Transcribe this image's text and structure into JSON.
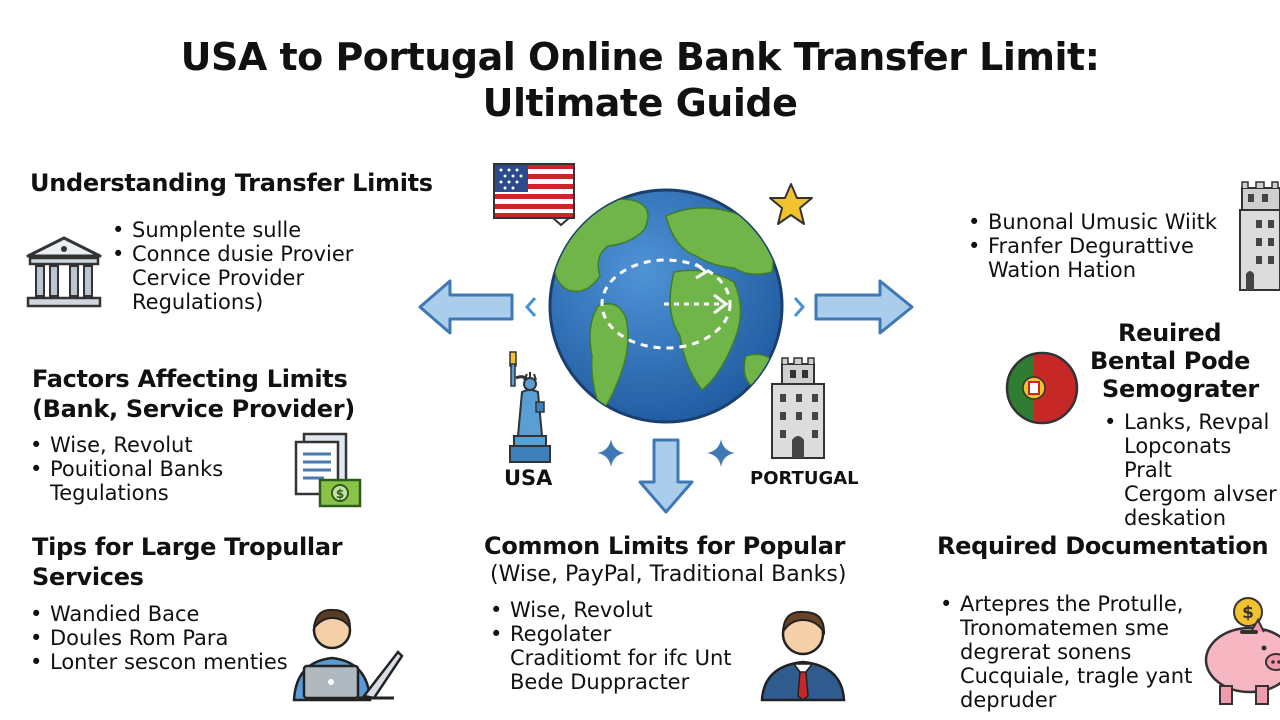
{
  "title": {
    "line1": "USA to Portugal Online Bank Transfer Limit:",
    "line2": "Ultimate Guide"
  },
  "sections": {
    "understanding": {
      "title": "Understanding Transfer Limits",
      "lines": [
        "Sumplente sulle",
        "Connce dusie Provier",
        "Cervice Provider",
        "Regulations)"
      ]
    },
    "factors": {
      "title": "Factors Affecting Limits",
      "subtitle": "(Bank, Service Provider)",
      "lines": [
        "Wise, Revolut",
        "Pouitional Banks",
        "Tegulations"
      ]
    },
    "tips": {
      "title_line1": "Tips for Large Tropullar",
      "title_line2": "Services",
      "lines": [
        "Wandied Bace",
        "Doules Rom Para",
        "Lonter sescon menties"
      ]
    },
    "common": {
      "title": "Common Limits for Popular",
      "subtitle": "(Wise, PayPal, Traditional Banks)",
      "lines": [
        "Wise, Revolut",
        "Regolater",
        "Craditiomt for ifc Unt",
        "Bede Duppracter"
      ]
    },
    "top_right": {
      "lines": [
        "Bunonal Umusic Wiitk",
        "Franfer Degurattive",
        "Wation Hation"
      ]
    },
    "required_mid": {
      "title_line1": "Reuired",
      "title_line2": "Bental Pode",
      "title_line3": "Semograter",
      "lines": [
        "Lanks, Revpal",
        "Lopconats Pralt",
        "Cergom alvser",
        "deskation"
      ]
    },
    "required_doc": {
      "title": "Required Documentation",
      "lines": [
        "Artepres the Protulle,",
        "Tronomatemen sme",
        "degrerat sonens",
        "Cucquiale, tragle yant",
        "depruder"
      ]
    }
  },
  "labels": {
    "usa": "USA",
    "portugal": "PORTUGAL"
  },
  "icons": [
    "bank-icon",
    "documents-money-icon",
    "person-laptop-icon",
    "businessman-icon",
    "globe-icon",
    "us-flag-icon",
    "star-icon",
    "statue-of-liberty-icon",
    "belem-tower-icon",
    "portugal-flag-icon",
    "piggy-bank-icon",
    "arrow-left-icon",
    "arrow-right-icon",
    "arrow-down-icon",
    "sparkle-icon"
  ],
  "colors": {
    "arrow_fill": "#a9cdea",
    "arrow_stroke": "#3f78b5",
    "ocean": "#2f6fb8",
    "land": "#6fb54a",
    "star": "#f2c12e",
    "flag_green": "#2e7d32",
    "flag_red": "#c62828"
  }
}
